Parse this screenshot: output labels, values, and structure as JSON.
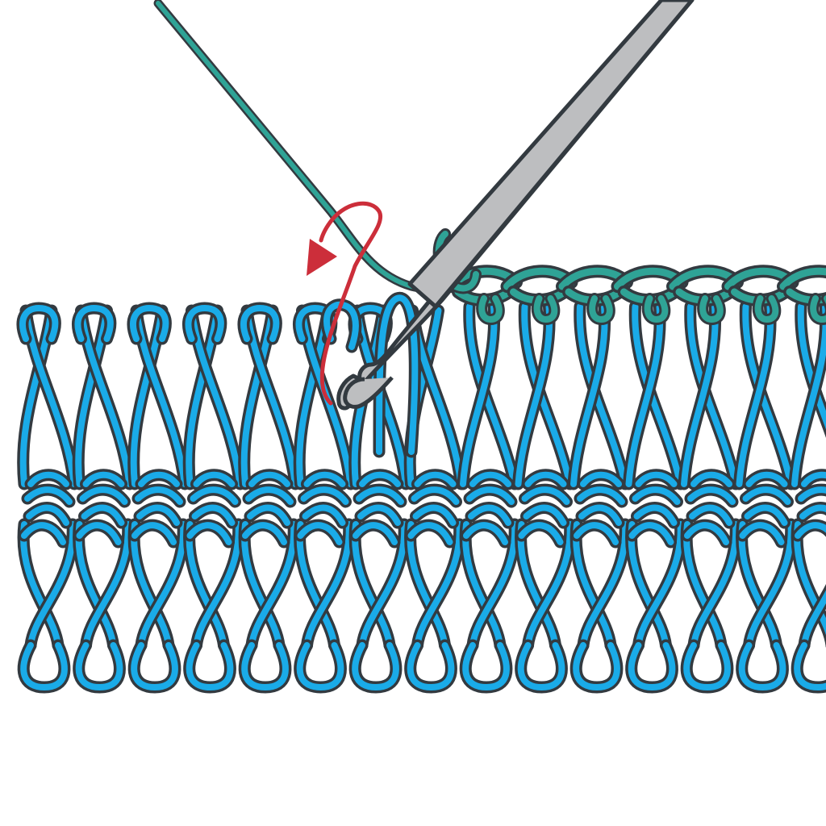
{
  "colors": {
    "background": "#ffffff",
    "yarn_blue": "#1aabe8",
    "yarn_green": "#2fa396",
    "outline": "#333a40",
    "hook": "#bdbec0",
    "arrow": "#cc2e3a"
  },
  "icons": {
    "hook": "crochet-hook-icon",
    "arrow": "curved-arrow-icon"
  },
  "stitches": {
    "loop_count": 15,
    "worked_count": 7,
    "chain_links": 7
  }
}
